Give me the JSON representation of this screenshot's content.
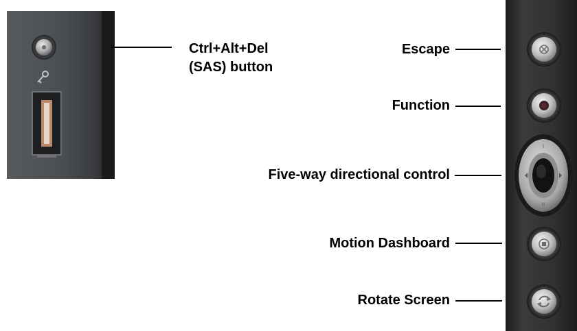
{
  "colors": {
    "panel_dark": "#2c2e30",
    "panel_mid": "#3a3c3e",
    "button_silver": "#c9c9c9",
    "label_text": "#000000"
  },
  "left_panel": {
    "label_line1": "Ctrl+Alt+Del",
    "label_line2": "(SAS) button",
    "icons": [
      "ctrl-alt-del-button-icon",
      "key-icon",
      "fingerprint-reader-icon"
    ]
  },
  "right_panel": {
    "buttons": [
      {
        "label": "Escape",
        "icon": "escape-button-icon"
      },
      {
        "label": "Function",
        "icon": "function-button-icon"
      },
      {
        "label": "Five-way directional control",
        "icon": "five-way-control-icon"
      },
      {
        "label": "Motion Dashboard",
        "icon": "motion-dashboard-button-icon"
      },
      {
        "label": "Rotate Screen",
        "icon": "rotate-screen-button-icon"
      }
    ]
  }
}
